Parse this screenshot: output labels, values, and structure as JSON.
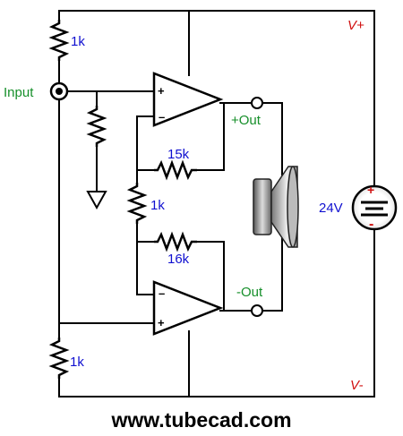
{
  "labels": {
    "input": "Input",
    "r_top": "1k",
    "r_mid": "1k",
    "r_bot": "1k",
    "r_fb_top": "15k",
    "r_fb_bot": "16k",
    "out_pos": "+Out",
    "out_neg": "-Out",
    "supply": "24V",
    "v_pos": "V+",
    "v_neg": "V-",
    "plus": "+",
    "minus": "–"
  },
  "footer": {
    "url": "www.tubecad.com"
  },
  "colors": {
    "value_label": "#1010d0",
    "signal_label": "#168f2a",
    "rail_label": "#d01010"
  }
}
